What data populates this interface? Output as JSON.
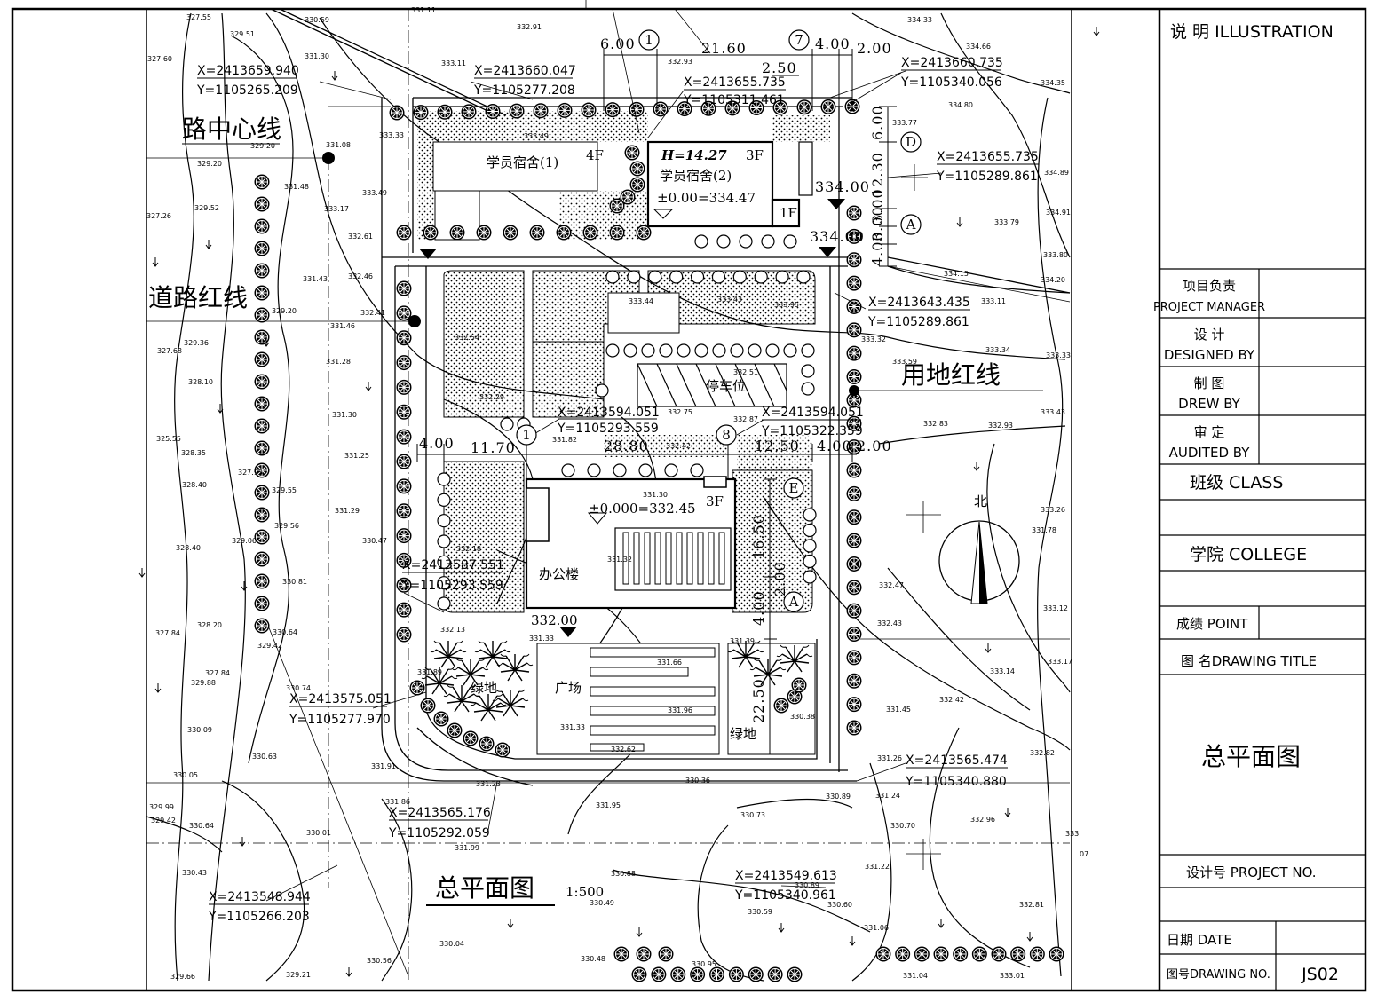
{
  "drawing": {
    "title": "总平面图",
    "scale": "1:500",
    "labels": {
      "road_centerline": "路中心线",
      "road_red_line": "道路红线",
      "site_red_line": "用地红线",
      "north": "北",
      "dorm1": "学员宿舍(1)",
      "dorm1_floors": "4F",
      "dorm2": "学员宿舍(2)",
      "dorm2_height": "H=14.27",
      "dorm2_floors": "3F",
      "dorm2_level": "±0.00=334.47",
      "dorm2_annex": "1F",
      "office": "办公楼",
      "office_floors": "3F",
      "office_level": "±0.000=332.45",
      "office_road_level": "332.00",
      "parking": "停车位",
      "plaza": "广场",
      "green_left": "绿地",
      "green_right": "绿地"
    },
    "coordinates": [
      {
        "x": "X=2413659.940",
        "y": "Y=1105265.209"
      },
      {
        "x": "X=2413660.047",
        "y": "Y=1105277.208"
      },
      {
        "x": "X=2413655.735",
        "y": "Y=1105311.461"
      },
      {
        "x": "X=2413660.735",
        "y": "Y=1105340.056"
      },
      {
        "x": "X=2413655.735",
        "y": "Y=1105289.861"
      },
      {
        "x": "X=2413643.435",
        "y": "Y=1105289.861"
      },
      {
        "x": "X=2413594.051",
        "y": "Y=1105293.559"
      },
      {
        "x": "X=2413594.051",
        "y": "Y=1105322.359"
      },
      {
        "x": "X=2413587.551",
        "y": "Y=1105293.559"
      },
      {
        "x": "X=2413575.051",
        "y": "Y=1105277.970"
      },
      {
        "x": "X=2413565.474",
        "y": "Y=1105340.880"
      },
      {
        "x": "X=2413565.176",
        "y": "Y=1105292.059"
      },
      {
        "x": "X=2413548.944",
        "y": "Y=1105266.203"
      },
      {
        "x": "X=2413549.613",
        "y": "Y=1105340.961"
      }
    ],
    "dimensions": {
      "top": [
        "6.00",
        "21.60",
        "4.00",
        "2.00",
        "2.50"
      ],
      "right": [
        "6.00",
        "12.30",
        "3.00",
        "3.00",
        "4.00"
      ],
      "level": "334.00",
      "level2": "334.00",
      "middle": [
        "4.00",
        "11.70",
        "28.80",
        "12.50",
        "4.00",
        "2.00"
      ],
      "office_side": [
        "16.50",
        "2.00",
        "4.00"
      ],
      "green": "22.50"
    },
    "axes": [
      "1",
      "7",
      "D",
      "A",
      "1",
      "8",
      "E",
      "A"
    ],
    "spot_heights": [
      "327.55",
      "329.51",
      "330.59",
      "331.11",
      "332.91",
      "327.60",
      "331.30",
      "333.11",
      "332.93",
      "334.33",
      "334.66",
      "334.35",
      "334.80",
      "333.77",
      "333.33",
      "333.49",
      "331.08",
      "329.20",
      "329.20",
      "331.48",
      "333.49",
      "333.17",
      "334.89",
      "334.91",
      "333.79",
      "327.26",
      "329.52",
      "332.61",
      "332.46",
      "331.43",
      "333.80",
      "334.15",
      "334.20",
      "333.11",
      "329.20",
      "332.41",
      "331.46",
      "332.54",
      "333.44",
      "333.43",
      "333.95",
      "333.32",
      "327.68",
      "329.36",
      "331.28",
      "333.59",
      "333.34",
      "333.33",
      "328.10",
      "332.29",
      "332.51",
      "325.55",
      "328.35",
      "331.30",
      "332.75",
      "332.87",
      "333.43",
      "332.93",
      "332.83",
      "331.25",
      "331.82",
      "332.42",
      "328.40",
      "327.93",
      "329.55",
      "333.26",
      "331.78",
      "329.56",
      "331.29",
      "331.30",
      "328.40",
      "329.06",
      "330.47",
      "332.18",
      "331.32",
      "332.47",
      "330.81",
      "333.12",
      "327.84",
      "328.20",
      "330.64",
      "332.13",
      "331.33",
      "331.39",
      "329.42",
      "332.43",
      "333.17",
      "329.88",
      "327.84",
      "330.74",
      "331.89",
      "331.33",
      "331.66",
      "330.38",
      "333.14",
      "332.42",
      "331.45",
      "330.09",
      "330.63",
      "331.91",
      "331.96",
      "332.62",
      "330.36",
      "331.26",
      "332.82",
      "330.05",
      "331.23",
      "331.95",
      "330.73",
      "330.89",
      "331.24",
      "329.99",
      "329.42",
      "330.64",
      "331.86",
      "330.70",
      "332.96",
      "330.01",
      "331.99",
      "333",
      "330.43",
      "330.88",
      "331.22",
      "330.49",
      "330.89",
      "330.60",
      "330.59",
      "331.06",
      "332.81",
      "330.56",
      "330.04",
      "330.48",
      "330.95",
      "331.04",
      "333.01",
      "329.66",
      "329.21",
      "07"
    ]
  },
  "title_block": {
    "illustration": "说 明 ILLUSTRATION",
    "rows": [
      {
        "cn": "项目负责",
        "en": "PROJECT MANAGER"
      },
      {
        "cn": "设 计",
        "en": "DESIGNED BY"
      },
      {
        "cn": "制 图",
        "en": "DREW BY"
      },
      {
        "cn": "审 定",
        "en": "AUDITED BY"
      }
    ],
    "class_label": "班级 CLASS",
    "college_label": "学院 COLLEGE",
    "point_label": "成绩 POINT",
    "drawing_title_label": "图 名DRAWING TITLE",
    "drawing_title": "总平面图",
    "project_no_label": "设计号 PROJECT NO.",
    "date_label": "日期 DATE",
    "drawing_no_label": "图号DRAWING NO.",
    "drawing_no": "JS02"
  }
}
